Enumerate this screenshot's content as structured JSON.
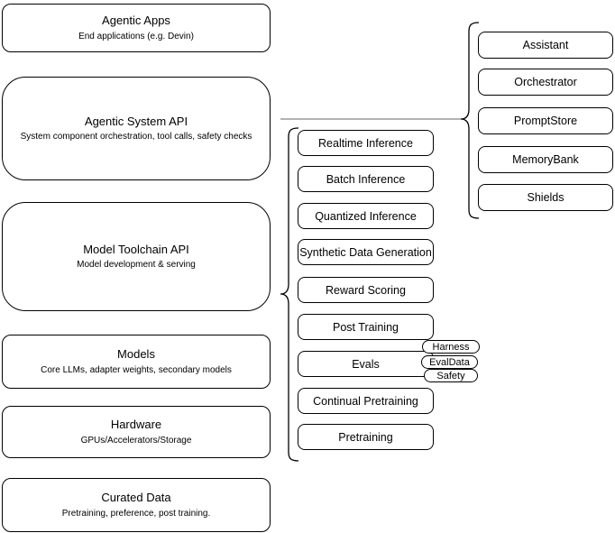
{
  "left_stack": [
    {
      "title": "Agentic Apps",
      "subtitle": "End applications (e.g. Devin)"
    },
    {
      "title": "Agentic System API",
      "subtitle": "System component orchestration, tool calls, safety checks"
    },
    {
      "title": "Model Toolchain API",
      "subtitle": "Model development & serving"
    },
    {
      "title": "Models",
      "subtitle": "Core LLMs, adapter weights, secondary models"
    },
    {
      "title": "Hardware",
      "subtitle": "GPUs/Accelerators/Storage"
    },
    {
      "title": "Curated Data",
      "subtitle": "Pretraining, preference, post training."
    }
  ],
  "toolchain_stack": {
    "items": [
      "Realtime Inference",
      "Batch Inference",
      "Quantized Inference",
      "Synthetic Data Generation",
      "Reward Scoring",
      "Post Training",
      "Evals",
      "Continual Pretraining",
      "Pretraining"
    ]
  },
  "eval_tags": [
    "Harness",
    "EvalData",
    "Safety"
  ],
  "system_stack": {
    "items": [
      "Assistant",
      "Orchestrator",
      "PromptStore",
      "MemoryBank",
      "Shields"
    ]
  },
  "colors": {
    "box_stroke": "#000000",
    "box_fill": "#ffffff",
    "connector_gray": "#999999",
    "text": "#000000"
  }
}
